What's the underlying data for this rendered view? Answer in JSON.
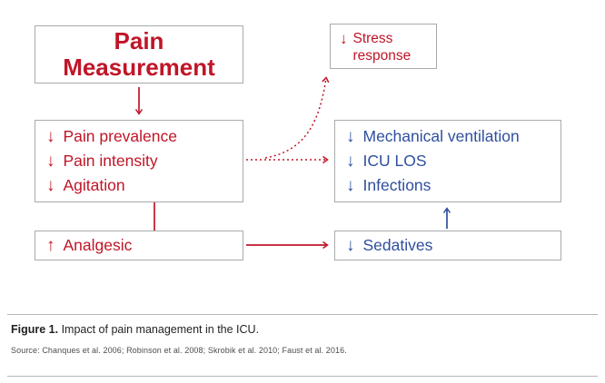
{
  "colors": {
    "red": "#c01528",
    "blue": "#2f4f9e",
    "border": "#a8aaad"
  },
  "boxes": {
    "pain_measurement": {
      "title": "Pain Measurement"
    },
    "stress": {
      "glyph": "↓",
      "label": "Stress response"
    },
    "effects": {
      "items": [
        {
          "glyph": "↓",
          "label": "Pain prevalence"
        },
        {
          "glyph": "↓",
          "label": "Pain intensity"
        },
        {
          "glyph": "↓",
          "label": "Agitation"
        }
      ]
    },
    "outcomes": {
      "items": [
        {
          "glyph": "↓",
          "label": "Mechanical ventilation"
        },
        {
          "glyph": "↓",
          "label": "ICU LOS"
        },
        {
          "glyph": "↓",
          "label": "Infections"
        }
      ]
    },
    "analgesic": {
      "glyph": "↑",
      "label": "Analgesic"
    },
    "sedatives": {
      "glyph": "↓",
      "label": "Sedatives"
    }
  },
  "caption": {
    "label": "Figure 1.",
    "text": " Impact of pain management in the ICU."
  },
  "source": "Source: Chanques et al. 2006; Robinson et al. 2008; Skrobik et al. 2010; Faust et al. 2016."
}
